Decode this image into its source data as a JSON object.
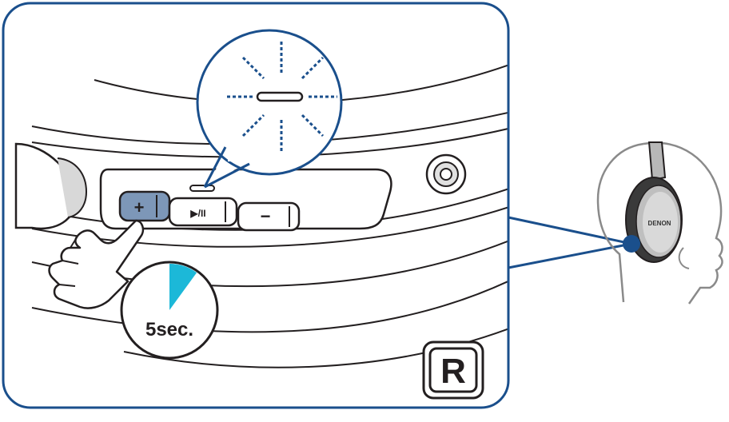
{
  "buttons": {
    "plus_label": "+",
    "play_pause_label": "▶/II",
    "minus_label": "−"
  },
  "timer": {
    "label": "5sec.",
    "elapsed_fraction": 0.1
  },
  "side_badge": {
    "label": "R"
  },
  "brand": {
    "label": "DENON"
  },
  "colors": {
    "frame_blue": "#1a4f8c",
    "led_blue": "#1a4f8c",
    "plus_button_fill": "#7d97b8",
    "timer_cyan": "#1cb8d8",
    "outline": "#231f20"
  }
}
